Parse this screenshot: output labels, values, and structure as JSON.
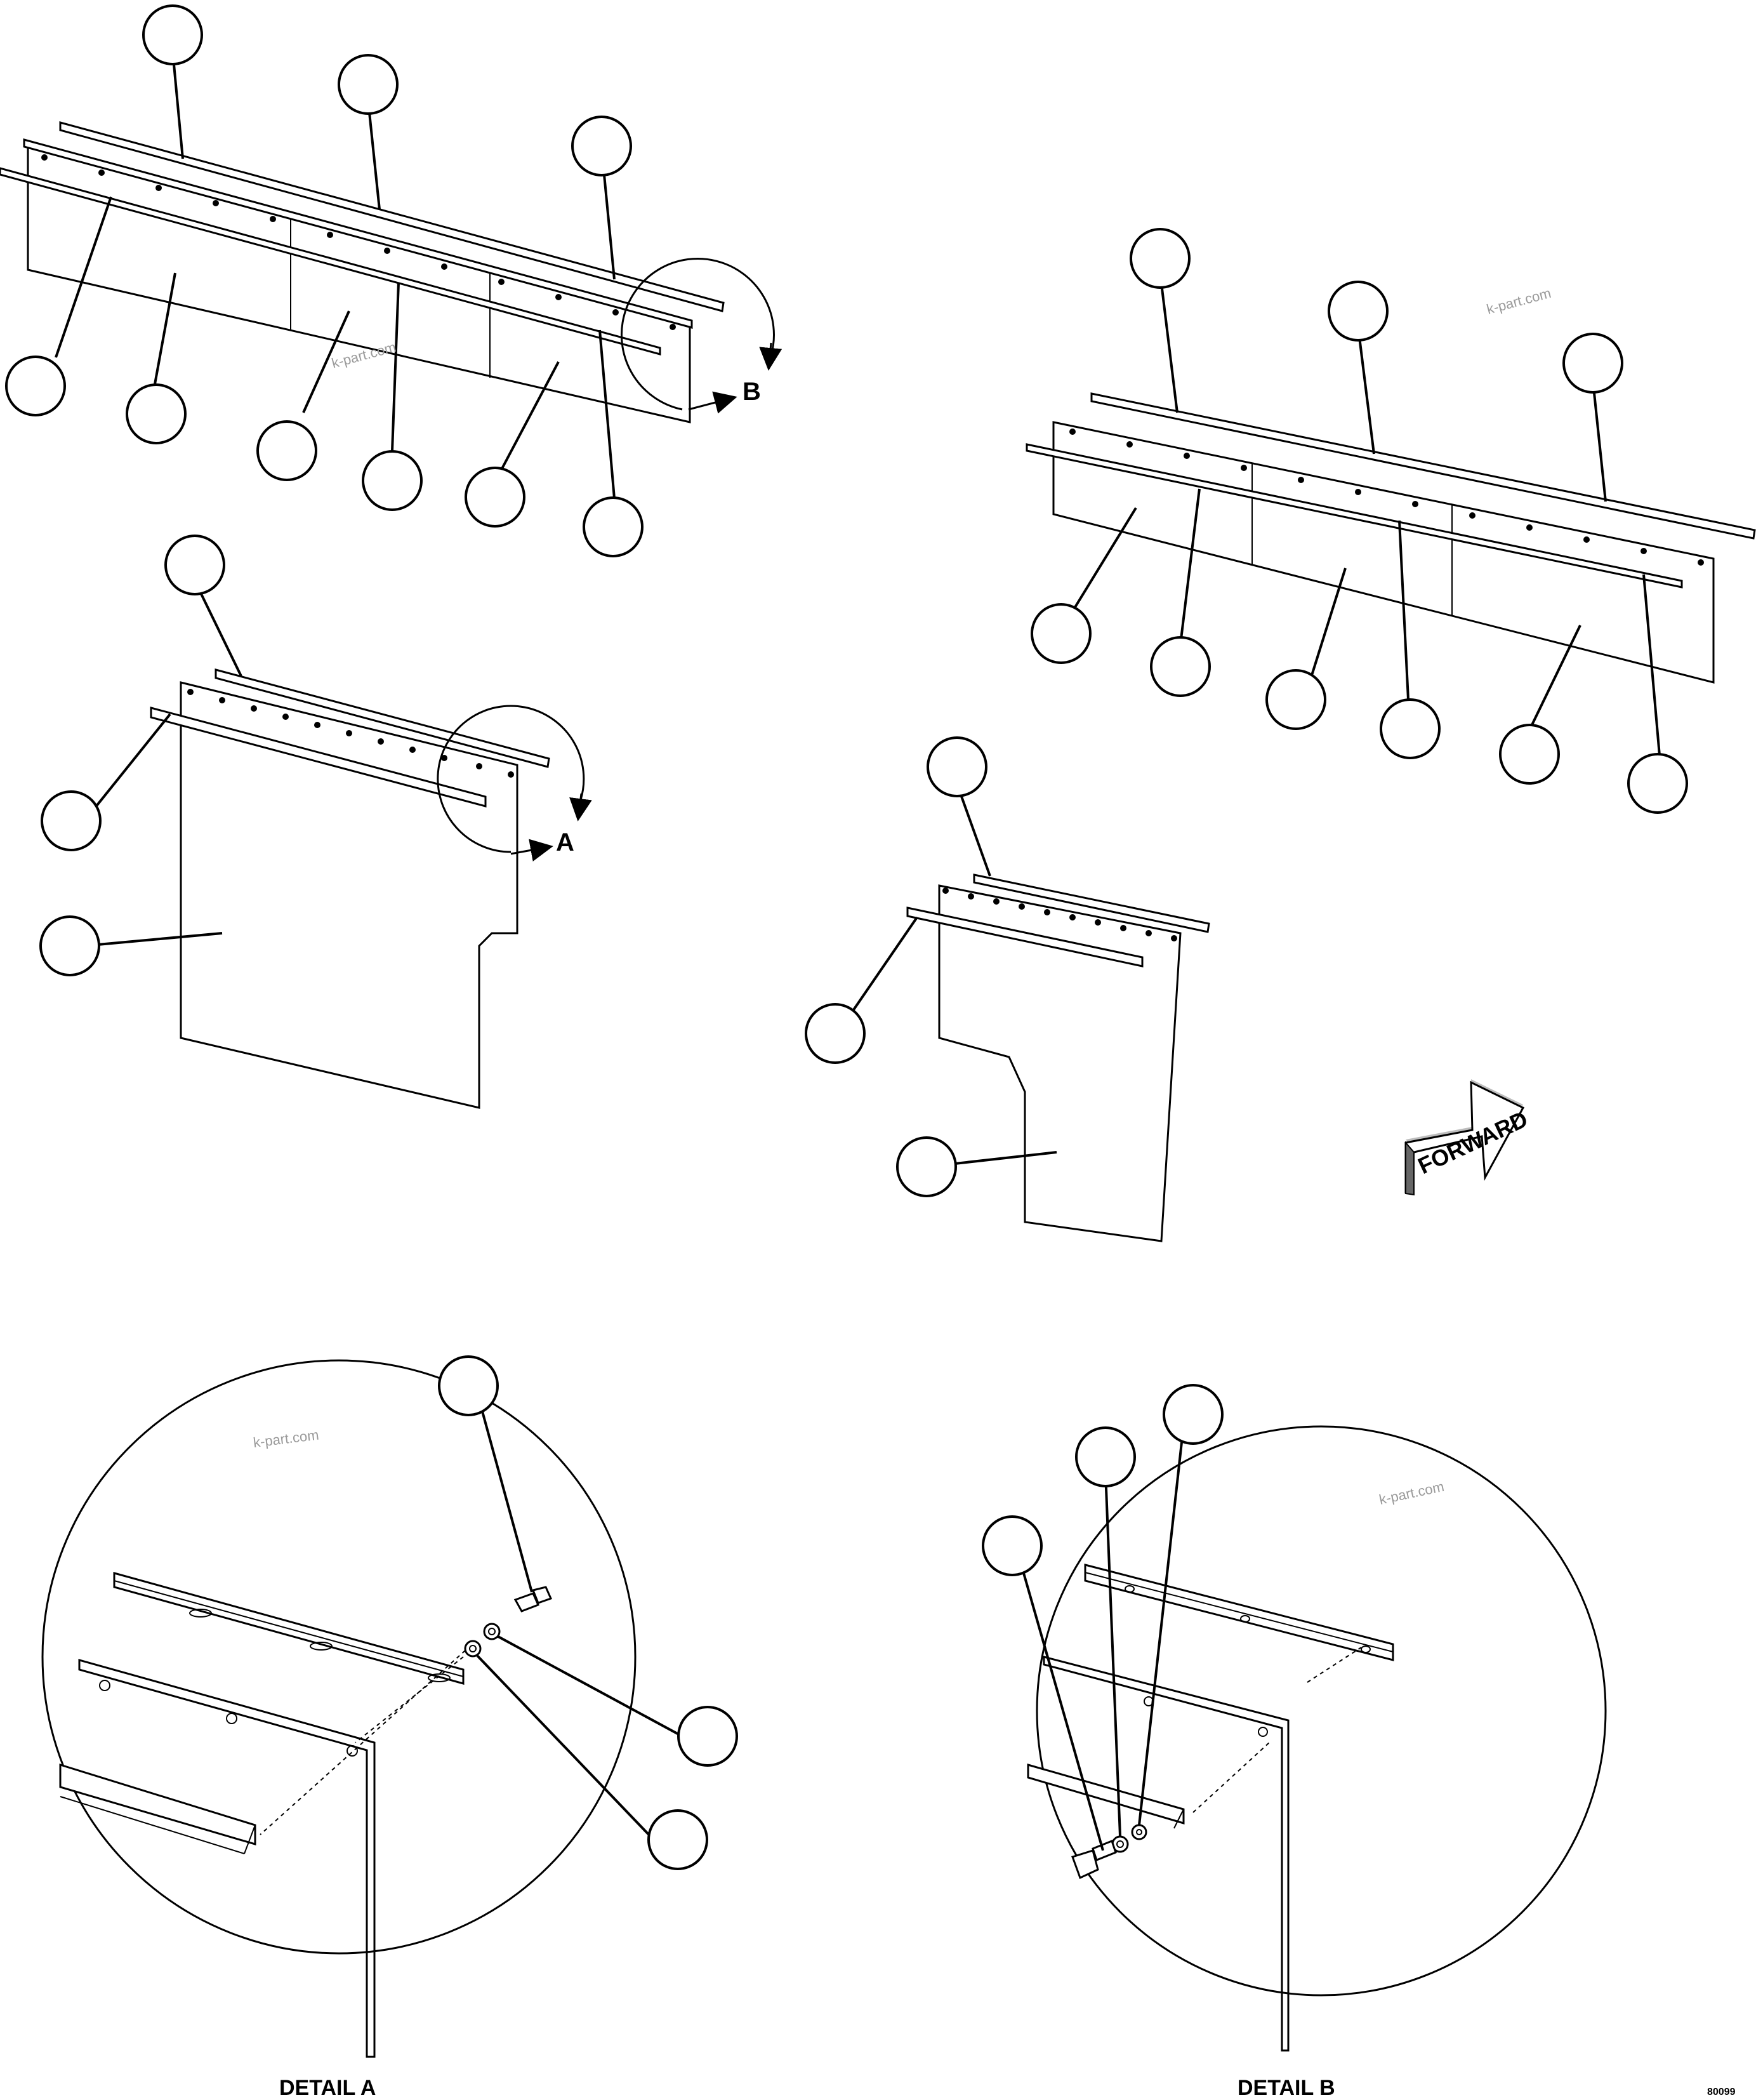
{
  "detail_callouts": {
    "a": "A",
    "b": "B"
  },
  "detail_titles": {
    "a": "DETAIL A",
    "b": "DETAIL B"
  },
  "forward_sign": {
    "label": "FORWARD"
  },
  "watermark": {
    "text": "k-part.com"
  },
  "figure_id": "80099",
  "colors": {
    "line": "#000000",
    "background": "#ffffff",
    "watermark": "#9a9a9a"
  }
}
